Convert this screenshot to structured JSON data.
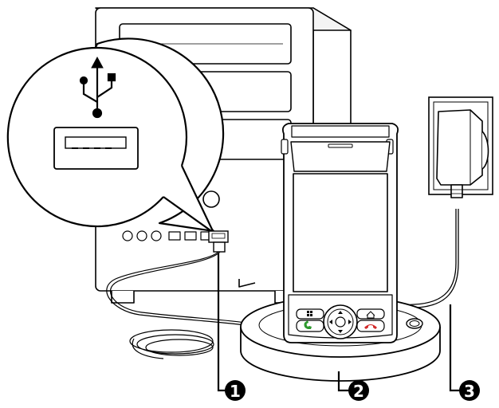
{
  "callouts": [
    {
      "number": "1"
    },
    {
      "number": "2"
    },
    {
      "number": "3"
    }
  ],
  "icons": {
    "usb": "usb-trident-symbol",
    "phone_call": "green-phone-icon",
    "phone_end": "red-phone-icon",
    "home": "home-icon",
    "windows": "windows-flag-icon"
  },
  "colors": {
    "outline": "#000000",
    "fill": "#ffffff",
    "call_green": "#2e9a2e",
    "end_red": "#d22b2b"
  }
}
